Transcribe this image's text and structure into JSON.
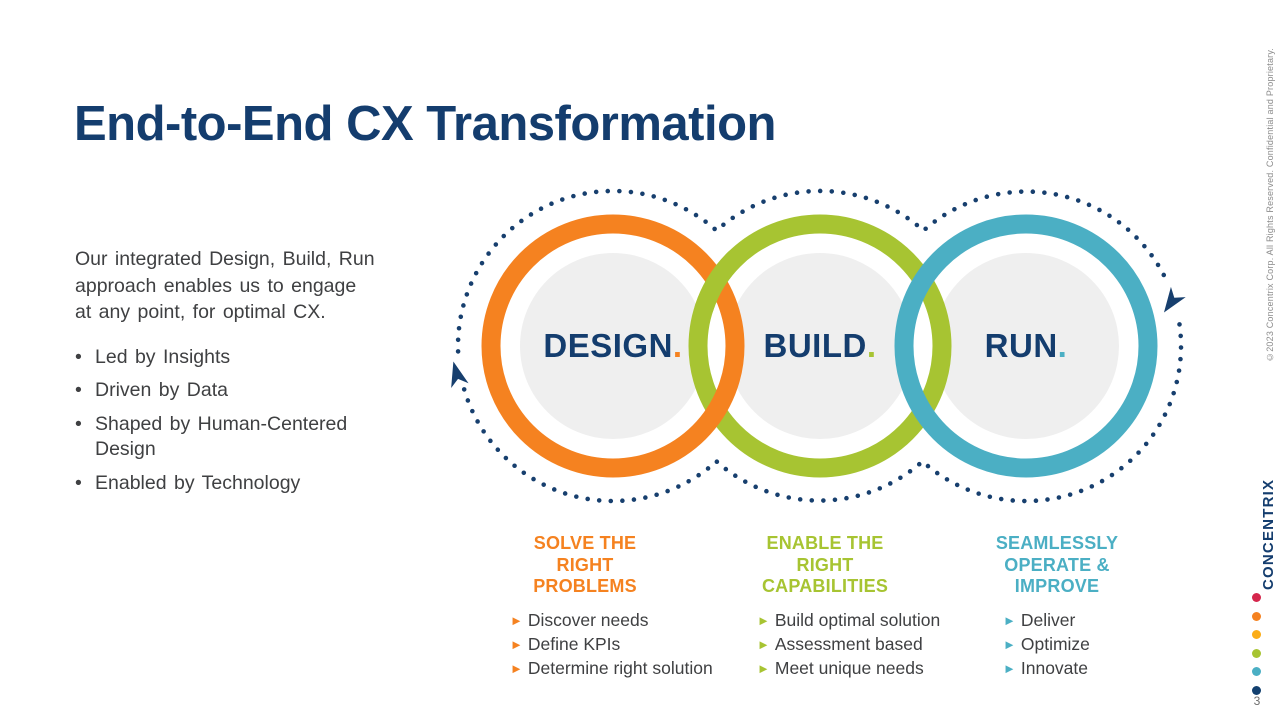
{
  "slide": {
    "title": "End-to-End CX Transformation",
    "page_number": "3",
    "copyright_vertical": "©2023 Concentrix Corp. All Rights Reserved. Confidential and Proprietary.",
    "brand_vertical": "CONCENTRIX"
  },
  "colors": {
    "navy": "#143D6E",
    "orange": "#F58220",
    "green": "#A7C432",
    "teal": "#4BAFC4",
    "path_navy": "#173F6E",
    "text_gray": "#3F4042",
    "circle_fill": "#EFEFEF",
    "copyright_gray": "#8C8C8C",
    "page_gray": "#6E6E6E"
  },
  "ui": {
    "bullet": "•",
    "marker": "►"
  },
  "intro": {
    "paragraph_lines": [
      "Our integrated Design, Build, Run",
      "approach enables us to engage",
      "at any point, for optimal CX."
    ],
    "bullets": [
      "Led by Insights",
      "Driven by Data",
      "Shaped by Human-Centered Design",
      "Enabled by Technology"
    ]
  },
  "diagram": {
    "stages": [
      {
        "label": "DESIGN",
        "period": "."
      },
      {
        "label": "BUILD",
        "period": "."
      },
      {
        "label": "RUN",
        "period": "."
      }
    ]
  },
  "columns": [
    {
      "header_lines": [
        "SOLVE THE",
        "RIGHT",
        "PROBLEMS"
      ],
      "items": [
        "Discover needs",
        "Define KPIs",
        "Determine right solution"
      ]
    },
    {
      "header_lines": [
        "ENABLE THE",
        "RIGHT",
        "CAPABILITIES"
      ],
      "items": [
        "Build optimal solution",
        "Assessment based",
        "Meet unique needs"
      ]
    },
    {
      "header_lines": [
        "SEAMLESSLY",
        "OPERATE &",
        "IMPROVE"
      ],
      "items": [
        "Deliver",
        "Optimize",
        "Innovate"
      ]
    }
  ],
  "brand_dots": [
    "#D5264C",
    "#F58220",
    "#FBAD18",
    "#A7C432",
    "#4BAFC4",
    "#12406F"
  ]
}
